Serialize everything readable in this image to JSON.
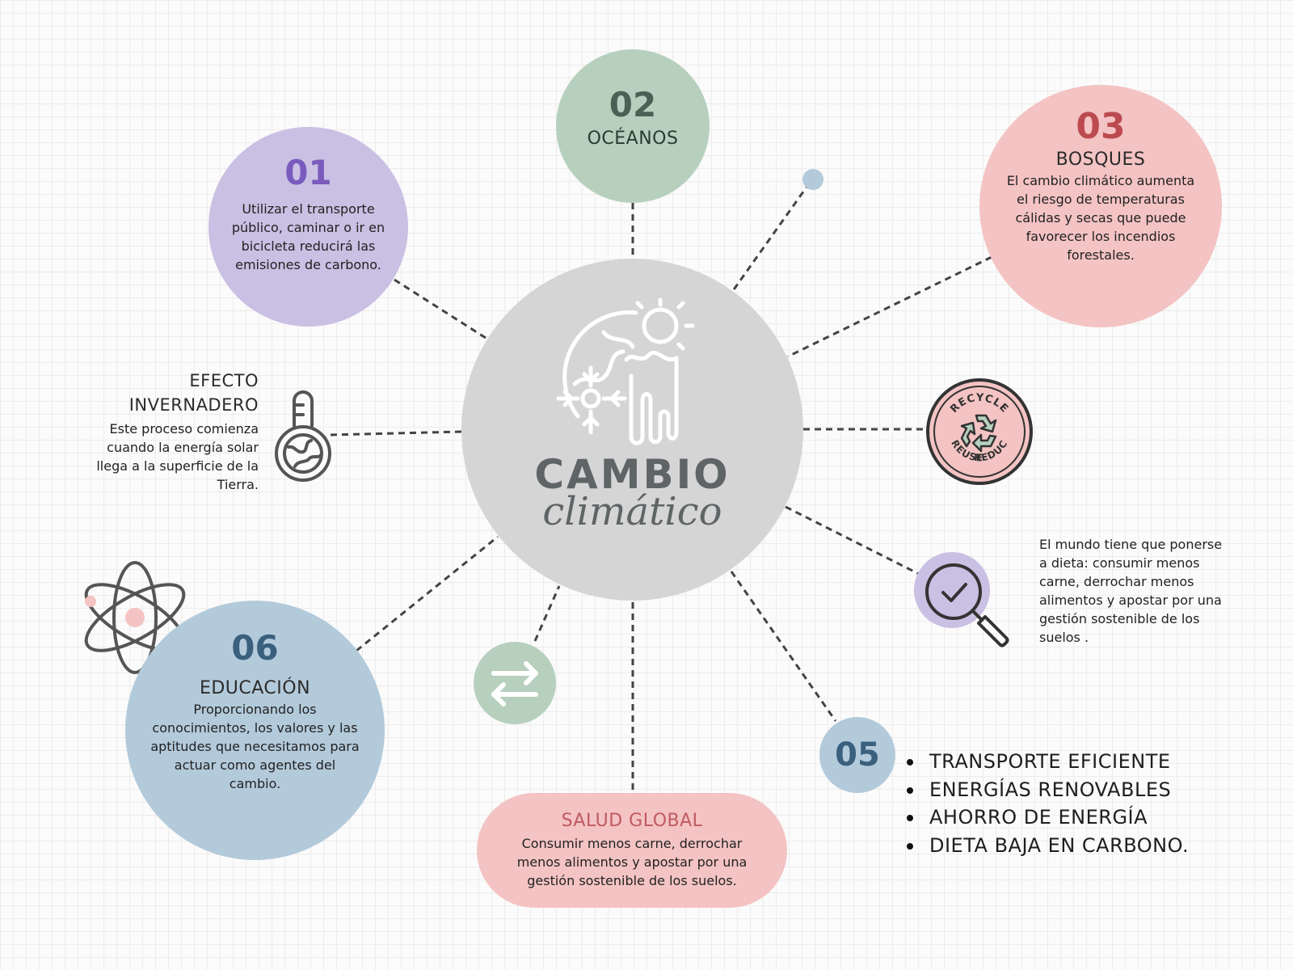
{
  "center": {
    "title": "CAMBIO",
    "subtitle": "climático",
    "illustration": "earth-sun-snowflake-icon"
  },
  "nodes": {
    "n01": {
      "number": "01",
      "text": "Utilizar el transporte público, caminar o ir en bicicleta reducirá las emisiones de carbono.",
      "color": "#c9c0e3",
      "accent": "#7a5bbd"
    },
    "n02": {
      "number": "02",
      "title": "OCÉANOS",
      "color": "#b7d0be",
      "accent": "#4c6156"
    },
    "n03": {
      "number": "03",
      "title": "BOSQUES",
      "text": "El cambio climático aumenta el riesgo de temperaturas cálidas y secas que puede favorecer los incendios forestales.",
      "color": "#f4c3c3",
      "accent": "#bb4b50"
    },
    "n05": {
      "number": "05",
      "color": "#b3cadb",
      "accent": "#3b607e"
    },
    "n06": {
      "number": "06",
      "title": "EDUCACIÓN",
      "text": "Proporcionando los conocimientos, los valores y las aptitudes que necesitamos para actuar como agentes del cambio.",
      "color": "#b3cadb",
      "accent": "#3b607e"
    },
    "salud": {
      "title": "SALUD GLOBAL",
      "text": "Consumir menos carne, derrochar menos alimentos y apostar por una gestión sostenible de los suelos.",
      "color": "#f4c3c3",
      "accent": "#c05a61"
    }
  },
  "efecto": {
    "title_line1": "EFECTO",
    "title_line2": "INVERNADERO",
    "text": "Este proceso comienza cuando la energía solar llega a la superficie de la Tierra."
  },
  "dieta": {
    "text": "El mundo tiene que ponerse a dieta: consumir menos carne, derrochar menos alimentos y apostar por una gestión sostenible de los suelos ."
  },
  "energy_list": [
    "TRANSPORTE EFICIENTE",
    "ENERGÍAS RENOVABLES",
    "AHORRO DE ENERGÍA",
    "DIETA BAJA EN CARBONO."
  ],
  "recycle_badge": {
    "top": "RECYCLE",
    "right": "REDUCE",
    "left": "REUSE"
  },
  "icons": [
    "thermometer-globe-icon",
    "recycle-badge-icon",
    "magnifier-check-icon",
    "swap-arrows-icon",
    "atom-icon",
    "blue-dot-icon"
  ]
}
